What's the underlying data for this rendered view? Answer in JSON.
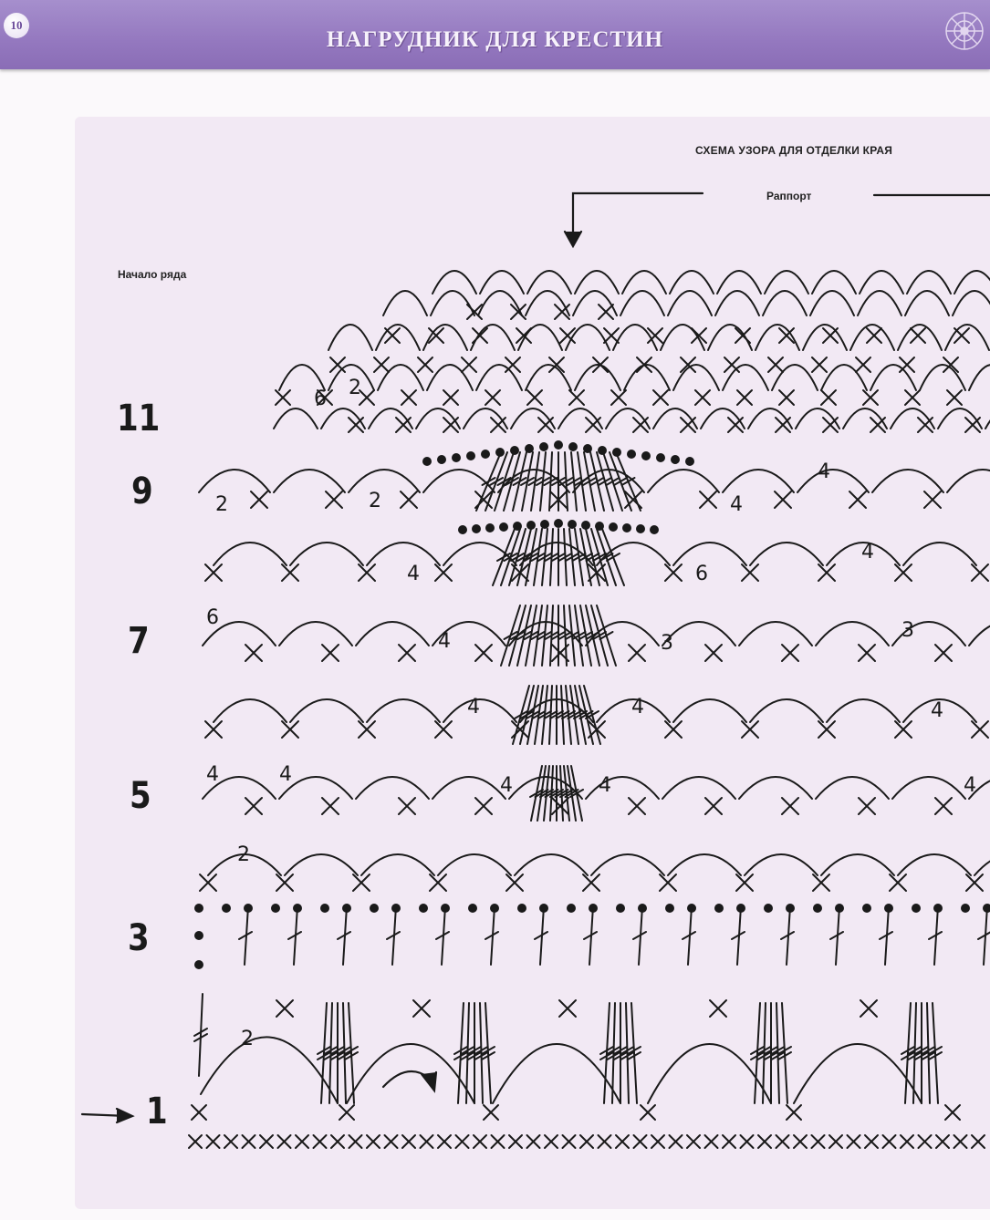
{
  "header": {
    "page_number": "10",
    "title": "НАГРУДНИК ДЛЯ КРЕСТИН"
  },
  "diagram": {
    "title": "СХЕМА УЗОРА ДЛЯ ОТДЕЛКИ КРАЯ",
    "repeat_label": "Раппорт",
    "row_start_label": "Начало ряда",
    "row_numbers": [
      "11",
      "9",
      "7",
      "5",
      "3",
      "1"
    ],
    "loop_counts": [
      "2",
      "2",
      "4",
      "4",
      "4",
      "4",
      "4",
      "4",
      "4",
      "4",
      "6",
      "4",
      "3",
      "3",
      "4",
      "6",
      "4",
      "2",
      "2",
      "4",
      "4",
      "6"
    ],
    "colors": {
      "header": "#9478bf",
      "panel": "#f2e9f4",
      "ink": "#1a1a1a"
    }
  }
}
